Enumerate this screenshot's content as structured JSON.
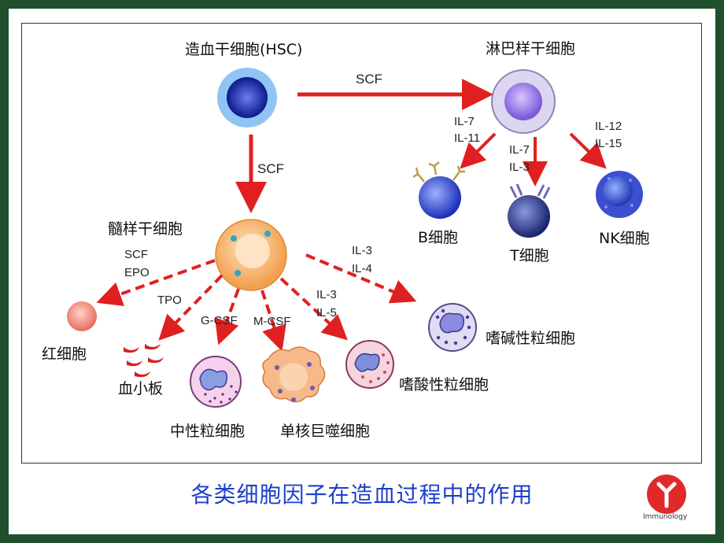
{
  "cells": {
    "hsc": "造血干细胞(HSC)",
    "lymphoid": "淋巴样干细胞",
    "myeloid": "髓样干细胞",
    "b_cell": "B细胞",
    "t_cell": "T细胞",
    "nk_cell": "NK细胞",
    "rbc": "红细胞",
    "platelet": "血小板",
    "neutrophil": "中性粒细胞",
    "macrophage": "单核巨噬细胞",
    "eosinophil": "嗜酸性粒细胞",
    "basophil": "嗜碱性粒细胞"
  },
  "factors": {
    "scf_top": "SCF",
    "scf_down": "SCF",
    "il7_b": "IL-7",
    "il11_b": "IL-11",
    "il7_t": "IL-7",
    "il3_t": "IL-3",
    "il12_nk": "IL-12",
    "il15_nk": "IL-15",
    "scf_rbc": "SCF",
    "epo_rbc": "EPO",
    "tpo": "TPO",
    "gcsf": "G-CSF",
    "mcsf": "M-CSF",
    "il3_eo": "IL-3",
    "il5_eo": "IL-5",
    "il3_baso": "IL-3",
    "il4_baso": "IL-4"
  },
  "slide_title": "各类细胞因子在造血过程中的作用",
  "logo_text": "Immunology",
  "colors": {
    "frame": "#1f4f2c",
    "arrow": "#e02020",
    "title": "#1c3fc9"
  }
}
